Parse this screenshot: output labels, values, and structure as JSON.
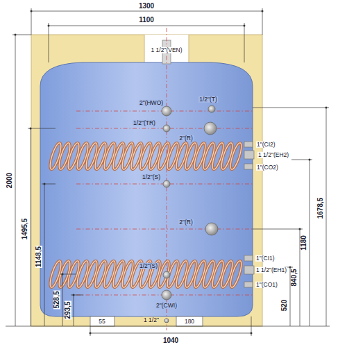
{
  "diagram": {
    "labels": [
      "1300",
      "1100",
      "1 1/2\"(VEN)",
      "2\"(HWO)",
      "1/2\"(T)",
      "1/2\"(TR)",
      "2\"(R)",
      "1\"(CI2)",
      "1 1/2\"(EH2)",
      "1\"(CO2)",
      "1/2\"(S)",
      "2\"(R)",
      "1/2\"(S)",
      "1\"(CI1)",
      "1 1/2\"(EH1)",
      "1\"(CO1)",
      "2\"(CWI)",
      "1 1/2\"",
      "55",
      "180",
      "1040",
      "2000",
      "1495,5",
      "1148,5",
      "528,5",
      "293,5",
      "1678,5",
      "1180",
      "840,5",
      "520"
    ]
  }
}
